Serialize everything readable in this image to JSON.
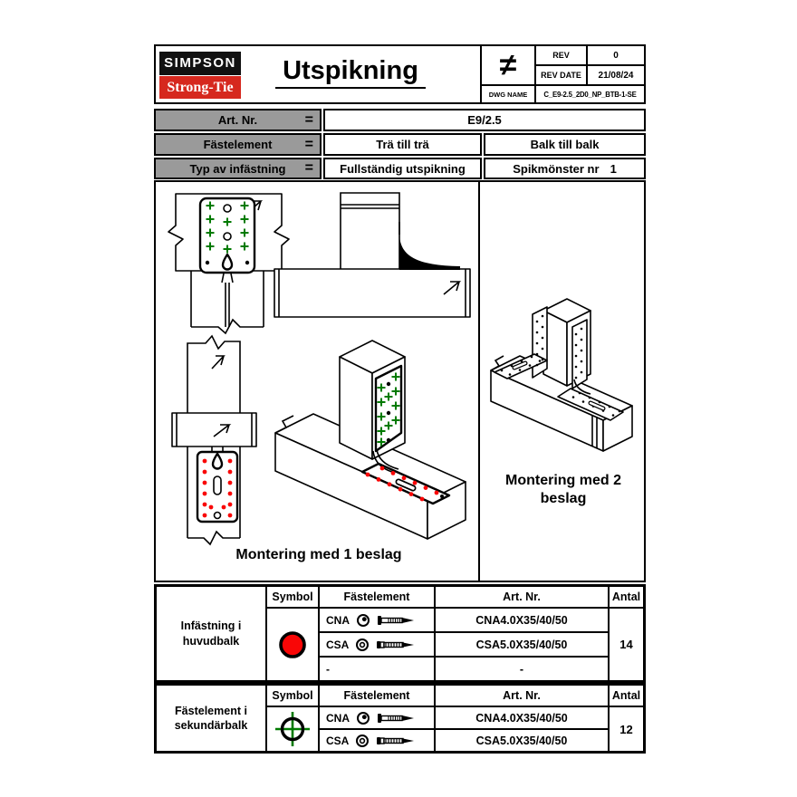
{
  "header": {
    "logo": {
      "top": "SIMPSON",
      "bottom": "Strong-Tie"
    },
    "title": "Utspikning",
    "projection_symbol": "≠",
    "rev": {
      "label": "REV",
      "value": "0"
    },
    "rev_date": {
      "label": "REV DATE",
      "value": "21/08/24"
    },
    "dwg": {
      "label": "DWG NAME",
      "value": "C_E9-2.5_2D0_NP_BTB-1-SE"
    }
  },
  "info": {
    "eq": "=",
    "rows": [
      {
        "label": "Art. Nr.",
        "value1": "E9/2.5"
      },
      {
        "label": "Fästelement",
        "value1": "Trä till trä",
        "value2": "Balk till balk"
      },
      {
        "label": "Typ av infästning",
        "value1": "Fullständig utspikning",
        "value2": "Spikmönster nr",
        "value2_num": "1"
      }
    ]
  },
  "drawings": {
    "caption_one_bracket": "Montering med 1 beslag",
    "caption_two_brackets": "Montering med 2 beslag"
  },
  "fastener_tables": [
    {
      "category": "Infästning i huvudbalk",
      "symbol_icon": "red-filled-circle",
      "headers": {
        "symbol": "Symbol",
        "fastener": "Fästelement",
        "art_nr": "Art. Nr.",
        "qty": "Antal"
      },
      "rows": [
        {
          "code": "CNA",
          "art_nr": "CNA4.0X35/40/50"
        },
        {
          "code": "CSA",
          "art_nr": "CSA5.0X35/40/50"
        },
        {
          "code": "-",
          "art_nr": "-"
        }
      ],
      "qty": "14"
    },
    {
      "category": "Fästelement i sekundärbalk",
      "symbol_icon": "green-crosshair-circle",
      "headers": {
        "symbol": "Symbol",
        "fastener": "Fästelement",
        "art_nr": "Art. Nr.",
        "qty": "Antal"
      },
      "rows": [
        {
          "code": "CNA",
          "art_nr": "CNA4.0X35/40/50"
        },
        {
          "code": "CSA",
          "art_nr": "CSA5.0X35/40/50"
        }
      ],
      "qty": "12"
    }
  ],
  "colors": {
    "logo_black": "#111111",
    "logo_red": "#d6281e",
    "label_gray": "#9a9a9a",
    "main_beam_red": "#f90606",
    "secondary_beam_green": "#007a00"
  }
}
